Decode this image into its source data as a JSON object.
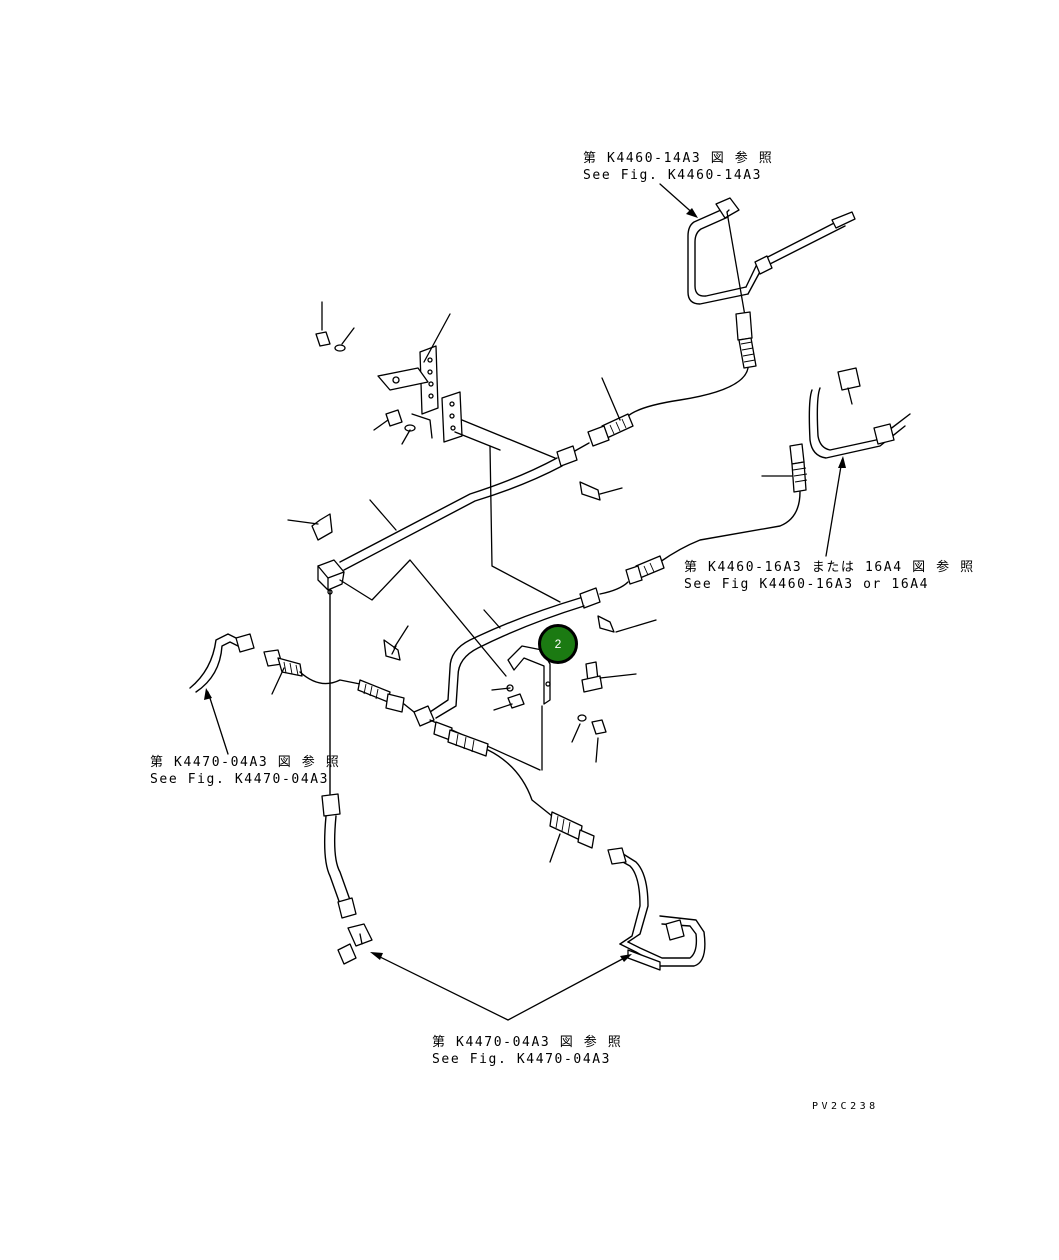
{
  "references": {
    "top_jp": "第 K4460-14A3 図 参 照",
    "top_en": "See Fig. K4460-14A3",
    "right_jp": "第 K4460-16A3 または 16A4 図 参 照",
    "right_en": "See Fig K4460-16A3 or 16A4",
    "left_jp": "第 K4470-04A3 図 参 照",
    "left_en": "See Fig. K4470-04A3",
    "bottom_jp": "第 K4470-04A3 図 参 照",
    "bottom_en": "See Fig. K4470-04A3"
  },
  "callout": {
    "number": "2",
    "fill": "#1b7a12"
  },
  "drawing_code": "PV2C238"
}
